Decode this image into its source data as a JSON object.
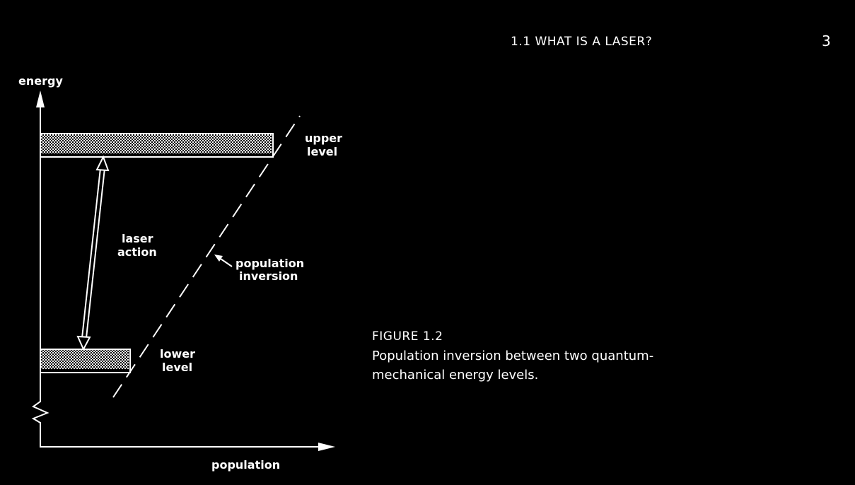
{
  "header": {
    "section_title": "1.1 WHAT IS A LASER?",
    "page_number": "3"
  },
  "figure": {
    "labels": {
      "y_axis": "energy",
      "x_axis": "population",
      "upper_level_line1": "upper",
      "upper_level_line2": "level",
      "lower_level_line1": "lower",
      "lower_level_line2": "level",
      "laser_action_line1": "laser",
      "laser_action_line2": "action",
      "inversion_line1": "population",
      "inversion_line2": "inversion"
    },
    "colors": {
      "background": "#000000",
      "foreground": "#ffffff"
    }
  },
  "caption": {
    "number": "FIGURE 1.2",
    "text": "Population inversion between two quantum-mechanical energy levels."
  }
}
